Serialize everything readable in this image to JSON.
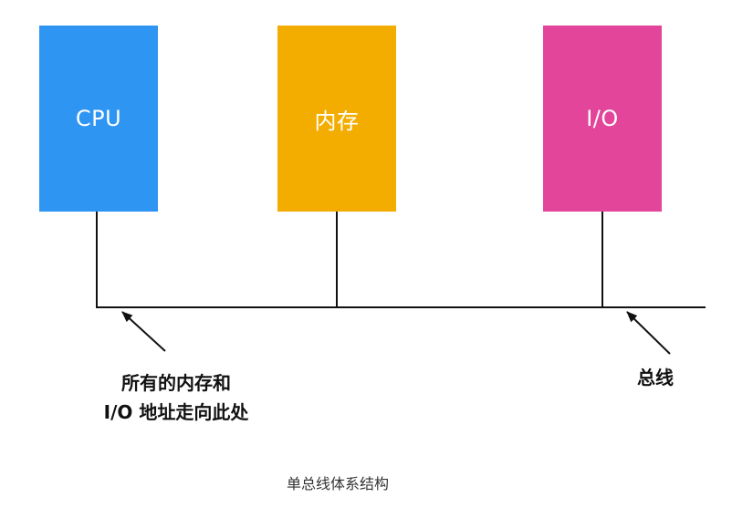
{
  "diagram": {
    "blocks": [
      {
        "id": "cpu",
        "label": "CPU",
        "color": "#2F95F3"
      },
      {
        "id": "memory",
        "label": "内存",
        "color": "#F3AD00"
      },
      {
        "id": "io",
        "label": "I/O",
        "color": "#E2459A"
      }
    ],
    "line_color": "#111111",
    "annotations": {
      "address_bus_line1": "所有的内存和",
      "address_bus_line2": "I/O 地址走向此处",
      "bus": "总线"
    },
    "caption": "单总线体系结构"
  }
}
